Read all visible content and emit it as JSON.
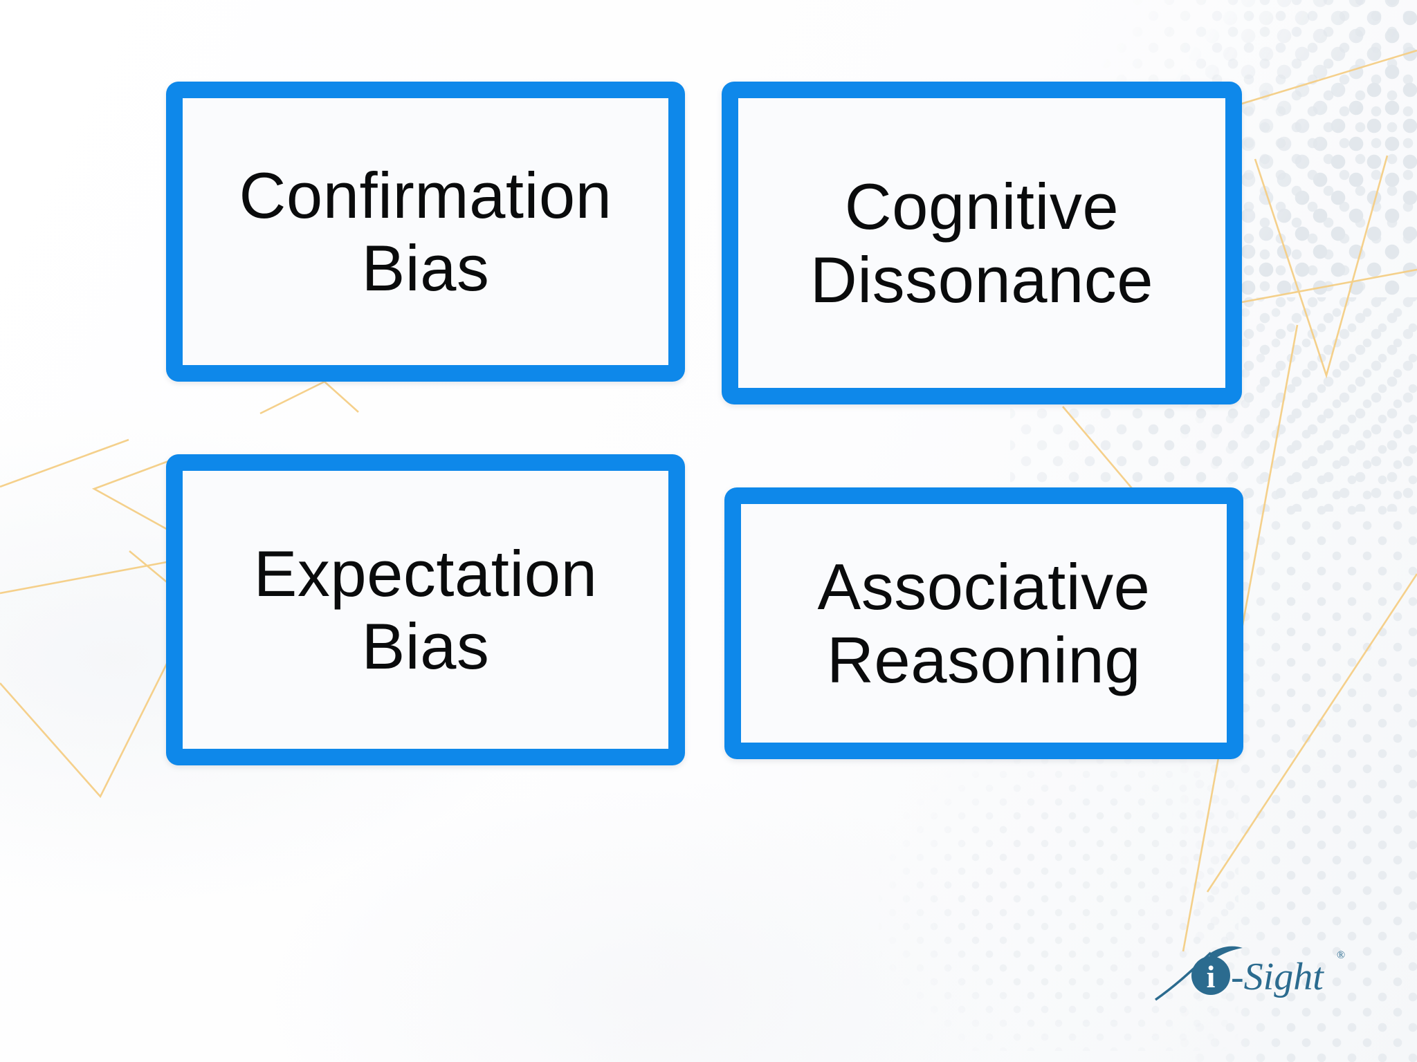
{
  "cards": [
    {
      "id": "confirmation-bias",
      "lines": [
        "Confirmation",
        "Bias"
      ]
    },
    {
      "id": "cognitive-dissonance",
      "lines": [
        "Cognitive",
        "Dissonance"
      ]
    },
    {
      "id": "expectation-bias",
      "lines": [
        "Expectation",
        "Bias"
      ]
    },
    {
      "id": "associative-reasoning",
      "lines": [
        "Associative",
        "Reasoning"
      ]
    }
  ],
  "logo": {
    "i_label": "i",
    "name": "-Sight",
    "registered": "®"
  },
  "colors": {
    "accent": "#0E88EA",
    "card_fill": "#FAFBFD",
    "text_color": "#0A0B0C",
    "gold_line": "#F4CE85",
    "logo_teal": "#2B6B8F",
    "dot_gray": "#E8ECF0"
  }
}
